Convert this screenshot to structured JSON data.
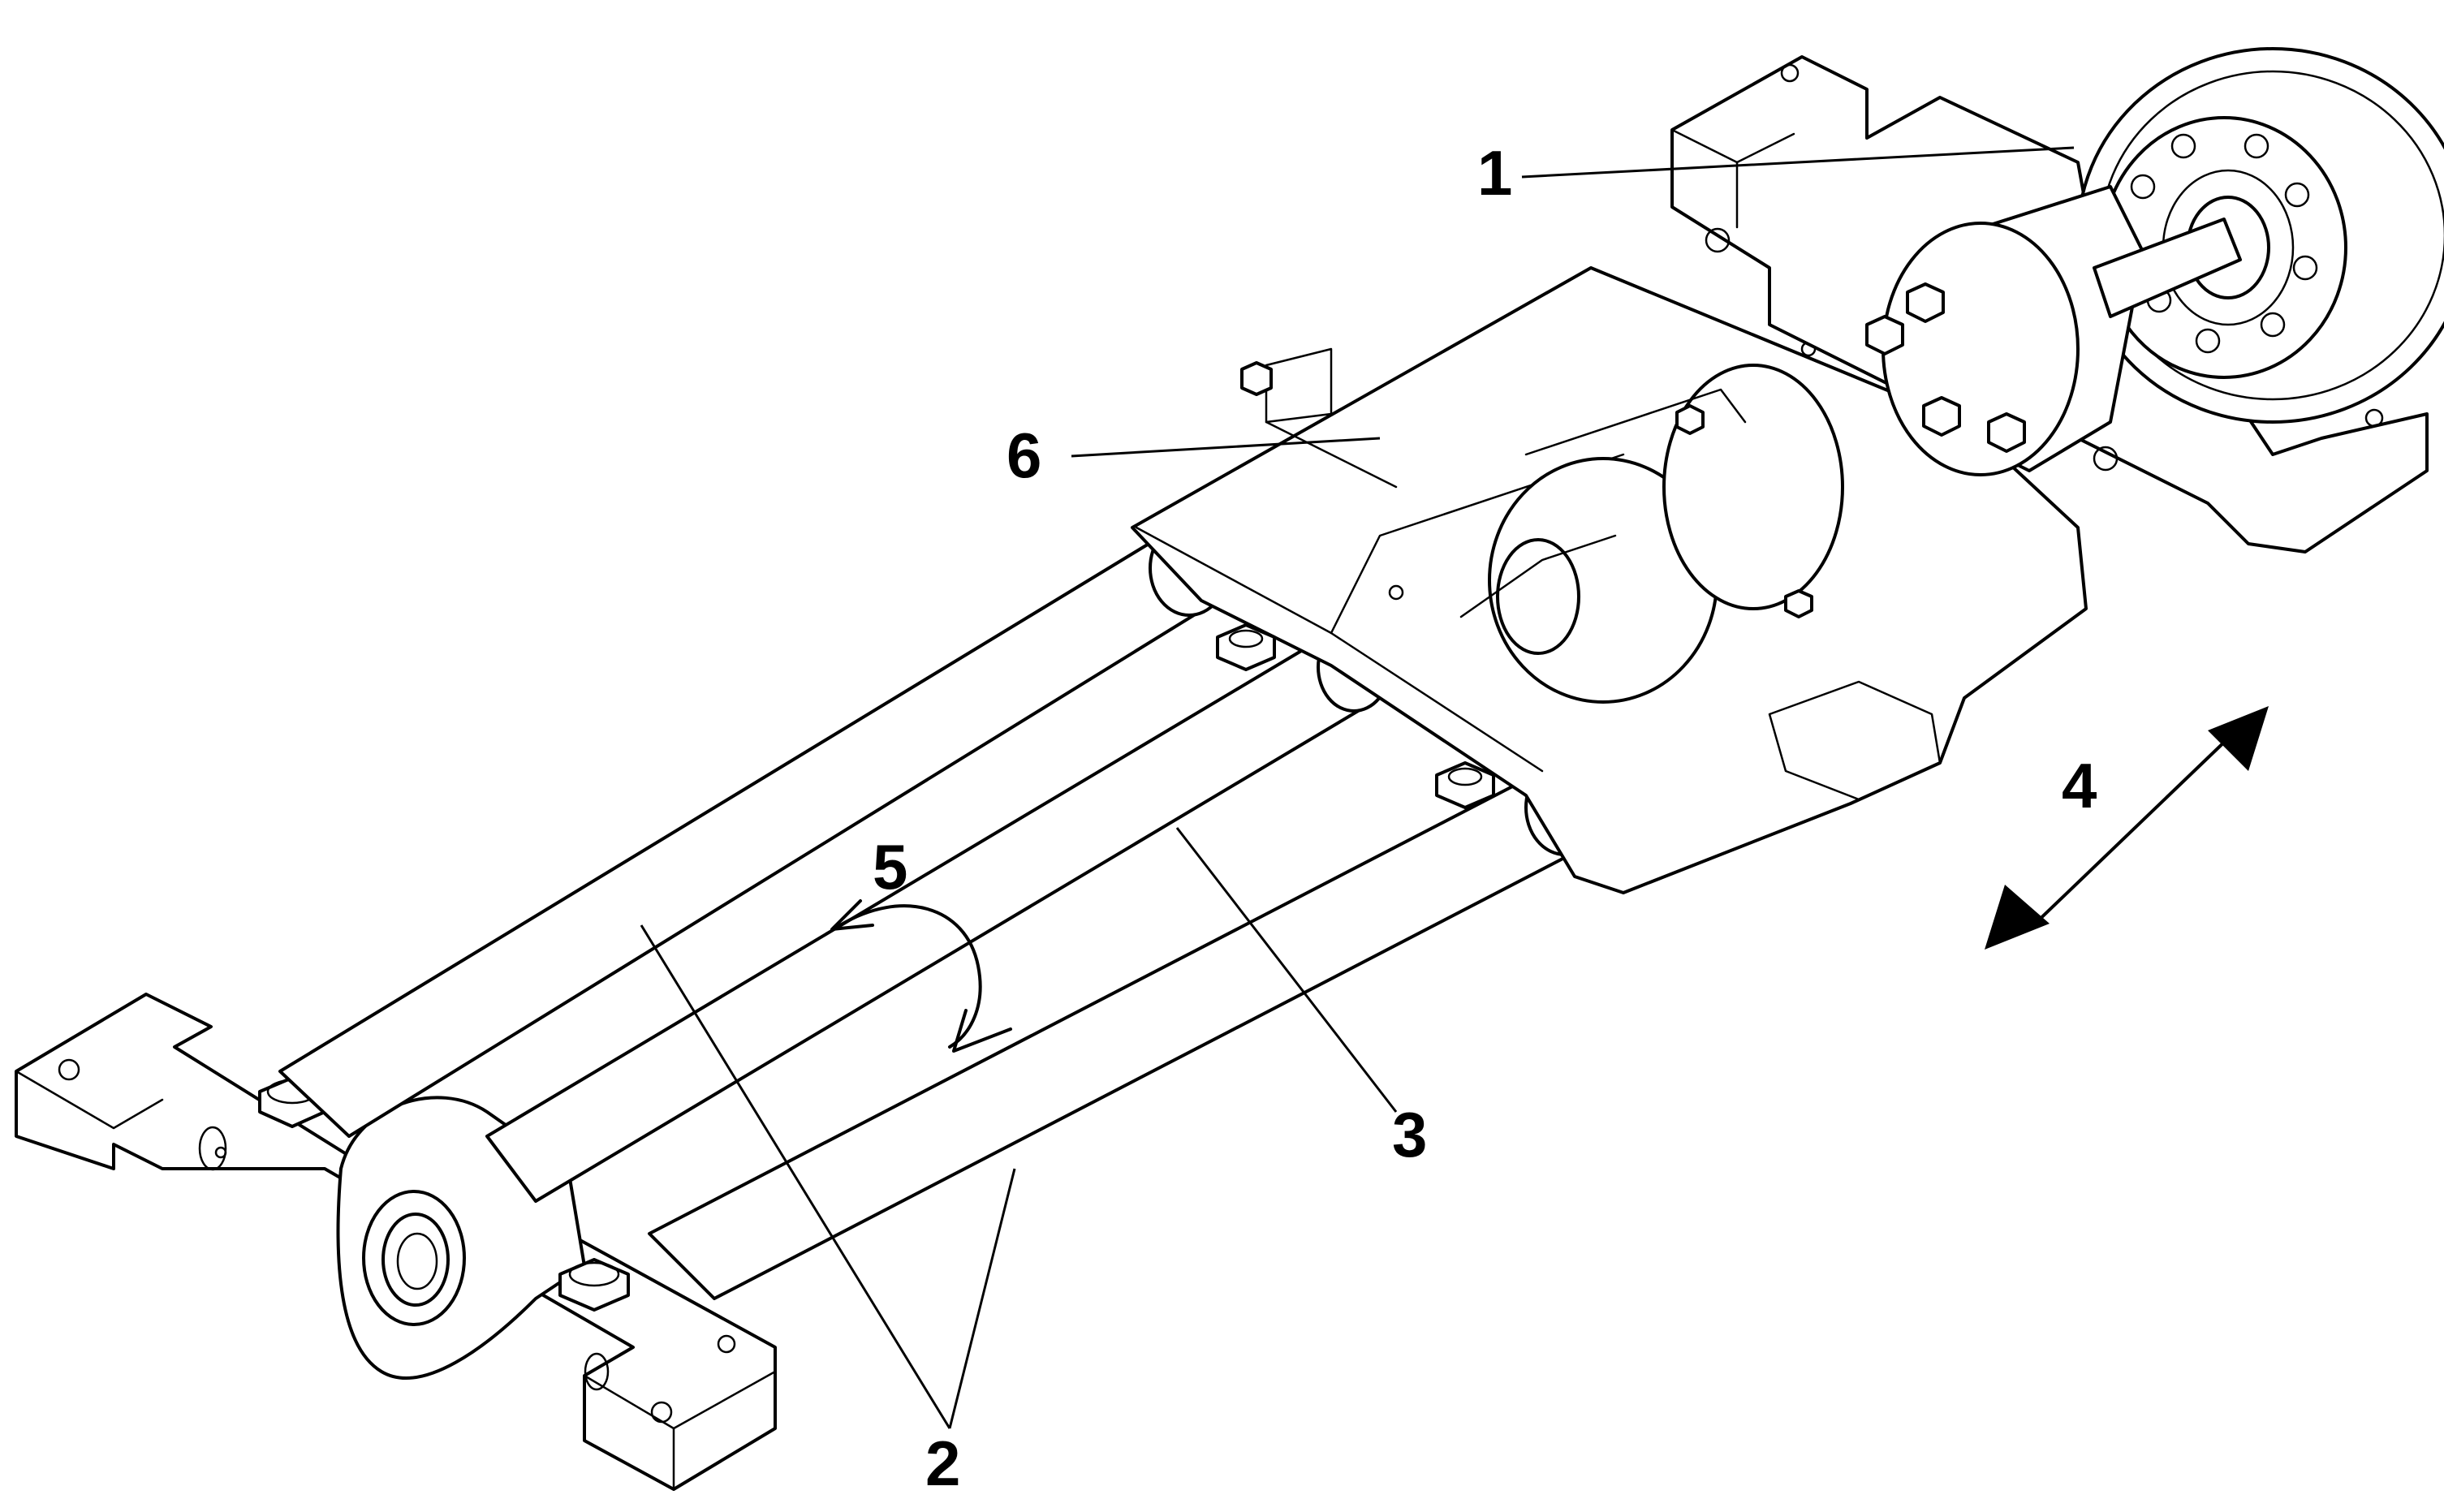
{
  "diagram": {
    "labels": {
      "l1": "1",
      "l2": "2",
      "l3": "3",
      "l4": "4",
      "l5": "5",
      "l6": "6"
    },
    "colors": {
      "stroke": "#000000",
      "background": "#ffffff"
    }
  }
}
